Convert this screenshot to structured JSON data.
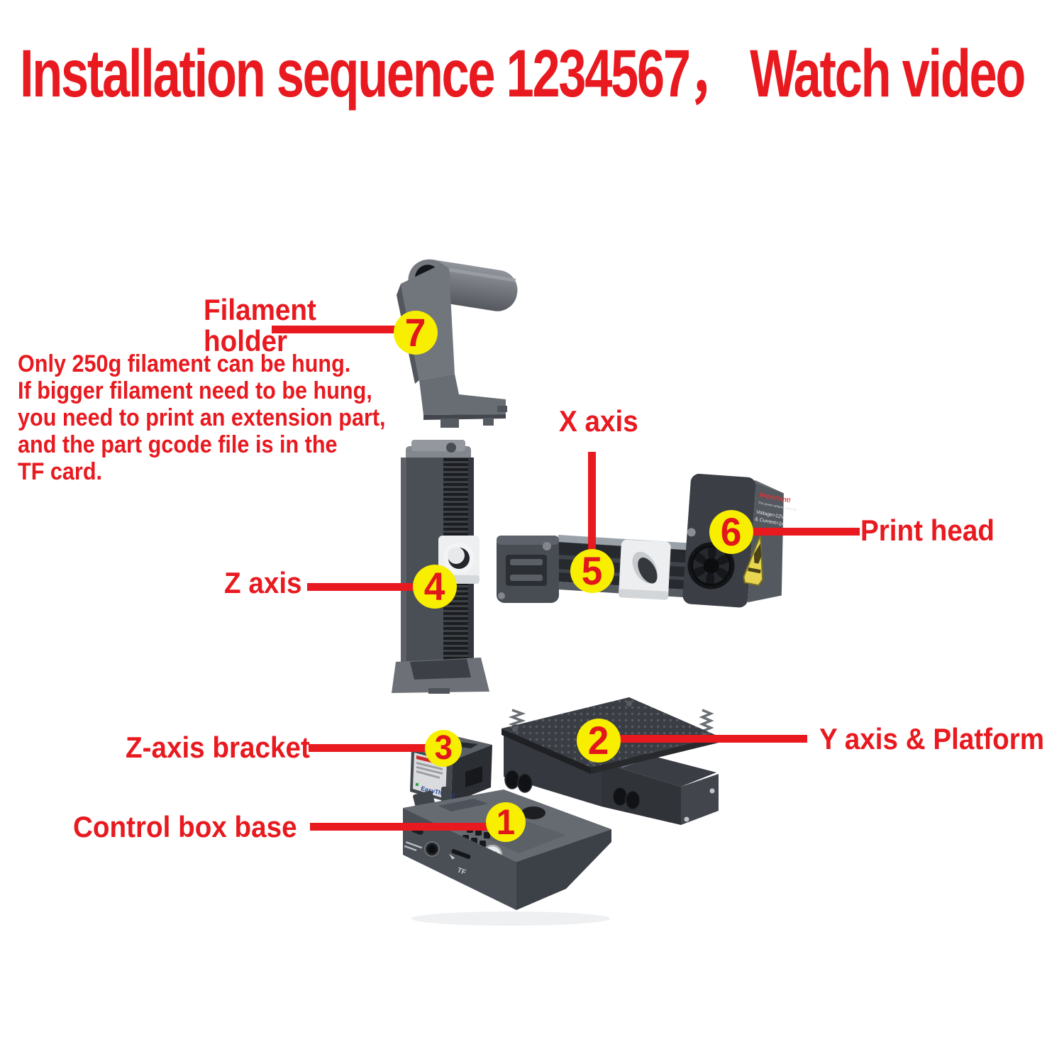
{
  "title": "Installation sequence 1234567，  Watch video",
  "note_lines": [
    "Only 250g filament can be hung.",
    "If bigger filament need to be hung,",
    "you need to print an extension part,",
    "and the part gcode file is in the",
    "TF card."
  ],
  "labels": {
    "filament_holder_line1": "Filament",
    "filament_holder_line2": "holder",
    "x_axis": "X axis",
    "z_axis": "Z axis",
    "print_head": "Print head",
    "y_axis_platform": "Y axis & Platform",
    "z_axis_bracket": "Z-axis bracket",
    "control_box_base": "Control box base"
  },
  "badges": [
    {
      "number": "1",
      "part": "Control box base"
    },
    {
      "number": "2",
      "part": "Y axis & Platform"
    },
    {
      "number": "3",
      "part": "Z-axis bracket"
    },
    {
      "number": "4",
      "part": "Z axis"
    },
    {
      "number": "5",
      "part": "X axis"
    },
    {
      "number": "6",
      "part": "Print head"
    },
    {
      "number": "7",
      "part": "Filament holder"
    }
  ],
  "stickers": {
    "print_head": {
      "title": "Important!",
      "line1": "The power adapter must be",
      "line2": "Voltage>12V",
      "line3": "& Current>2A"
    },
    "z_bracket_brand": "EasyThreed",
    "control_box_port": "TF"
  },
  "colors": {
    "accent_red": "#e8191f",
    "badge_yellow": "#f8ee00",
    "background": "#ffffff",
    "part_gray_dark": "#3b3e45",
    "part_gray_mid": "#5d6167",
    "warning_yellow": "#e7d64e"
  }
}
